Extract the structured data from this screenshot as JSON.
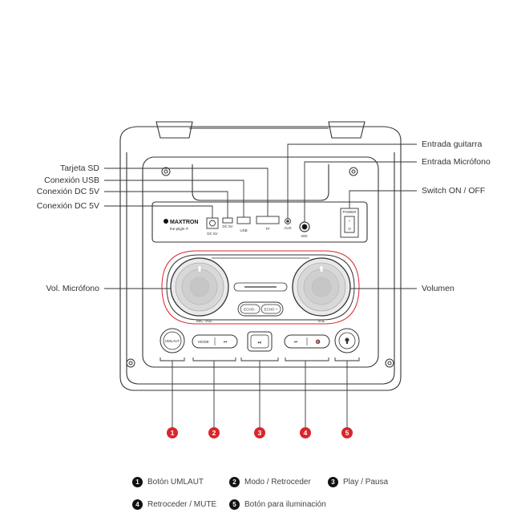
{
  "labels_left": [
    {
      "id": "tarjeta-sd",
      "text": "Tarjeta SD"
    },
    {
      "id": "conexion-usb",
      "text": "Conexión USB"
    },
    {
      "id": "conexion-dc5v-1",
      "text": "Conexión DC 5V"
    },
    {
      "id": "conexion-dc5v-2",
      "text": "Conexión DC 5V"
    },
    {
      "id": "vol-microfono",
      "text": "Vol. Micrófono"
    }
  ],
  "labels_right": [
    {
      "id": "entrada-guitarra",
      "text": "Entrada guitarra"
    },
    {
      "id": "entrada-microfono",
      "text": "Entrada Micrófono"
    },
    {
      "id": "switch-on-off",
      "text": "Switch ON / OFF"
    },
    {
      "id": "volumen",
      "text": "Volumen"
    }
  ],
  "panel": {
    "brand": "MAXTRON",
    "brand_sub": "the-plight ®",
    "dc_label": "DC 5V",
    "dc_out_label": "DC 5V",
    "usb_label": "USB",
    "tf_label": "TF",
    "aux_label": "AUX",
    "mic_label": "MIC",
    "power_label": "POWER",
    "power_on": "I",
    "power_off": "O"
  },
  "controls": {
    "mic_vol": "MIC. VOL",
    "vol": "VOL",
    "echo_minus": "ECHO -",
    "echo_plus": "ECHO +",
    "umlaut": "UMLAUT",
    "mode": "MODE"
  },
  "callouts": [
    "1",
    "2",
    "3",
    "4",
    "5"
  ],
  "legend": [
    {
      "num": "1",
      "text": "Botón UMLAUT"
    },
    {
      "num": "2",
      "text": "Modo / Retroceder"
    },
    {
      "num": "3",
      "text": "Play / Pausa"
    },
    {
      "num": "4",
      "text": "Retroceder / MUTE"
    },
    {
      "num": "5",
      "text": "Botón para iluminación"
    }
  ],
  "colors": {
    "accent": "#d9262b",
    "line": "#333333"
  }
}
